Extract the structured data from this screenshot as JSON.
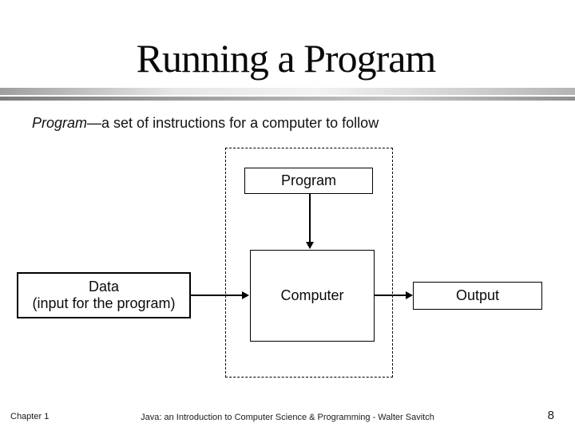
{
  "slide": {
    "title": "Running a Program",
    "subtitle": {
      "emphasis": "Program",
      "rest": "—a set of instructions for a computer to follow"
    },
    "diagram": {
      "program_box": "Program",
      "computer_box": "Computer",
      "data_box_line1": "Data",
      "data_box_line2": "(input for the program)",
      "output_box": "Output",
      "flows": [
        "Program -> Computer",
        "Data -> Computer",
        "Computer -> Output"
      ]
    },
    "footer": {
      "left": "Chapter 1",
      "center": "Java: an Introduction to Computer Science & Programming - Walter Savitch",
      "page_number": "8"
    },
    "colors": {
      "background": "#ffffff",
      "line": "#000000",
      "separator_light": "#e6e6e6",
      "separator_dark": "#7c7c7c"
    }
  }
}
